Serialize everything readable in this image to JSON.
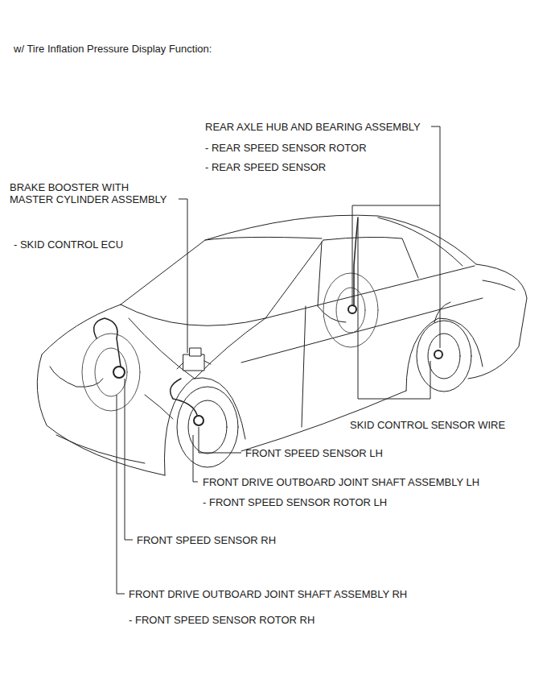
{
  "diagram": {
    "title": "w/ Tire Inflation Pressure Display Function:",
    "labels": [
      "REAR AXLE HUB AND BEARING ASSEMBLY",
      "- REAR SPEED SENSOR ROTOR",
      "- REAR SPEED SENSOR",
      "BRAKE BOOSTER WITH MASTER CYLINDER ASSEMBLY",
      "- SKID CONTROL ECU",
      "SKID CONTROL SENSOR WIRE",
      "FRONT SPEED SENSOR LH",
      "FRONT DRIVE OUTBOARD JOINT SHAFT ASSEMBLY LH",
      "- FRONT SPEED SENSOR ROTOR LH",
      "FRONT SPEED SENSOR RH",
      "FRONT DRIVE OUTBOARD JOINT SHAFT ASSEMBLY RH",
      "- FRONT SPEED SENSOR ROTOR RH"
    ]
  }
}
